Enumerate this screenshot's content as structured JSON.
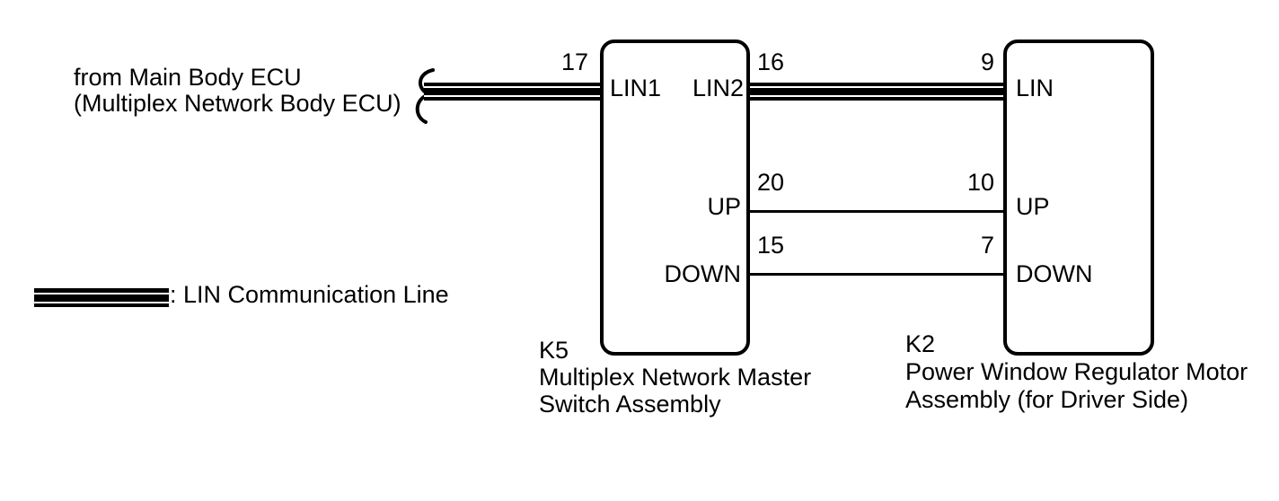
{
  "source": {
    "line1": "from Main Body ECU",
    "line2": "(Multiplex Network Body ECU)"
  },
  "legend": {
    "label": ": LIN Communication Line"
  },
  "components": {
    "k5": {
      "code": "K5",
      "name_line1": "Multiplex Network Master",
      "name_line2": "Switch Assembly",
      "pins": {
        "lin1": {
          "number": "17",
          "label": "LIN1"
        },
        "lin2": {
          "number": "16",
          "label": "LIN2"
        },
        "up": {
          "number": "20",
          "label": "UP"
        },
        "down": {
          "number": "15",
          "label": "DOWN"
        }
      }
    },
    "k2": {
      "code": "K2",
      "name_line1": "Power Window Regulator Motor",
      "name_line2": "Assembly (for Driver Side)",
      "pins": {
        "lin": {
          "number": "9",
          "label": "LIN"
        },
        "up": {
          "number": "10",
          "label": "UP"
        },
        "down": {
          "number": "7",
          "label": "DOWN"
        }
      }
    }
  },
  "colors": {
    "foreground": "#000000",
    "background": "#ffffff"
  }
}
